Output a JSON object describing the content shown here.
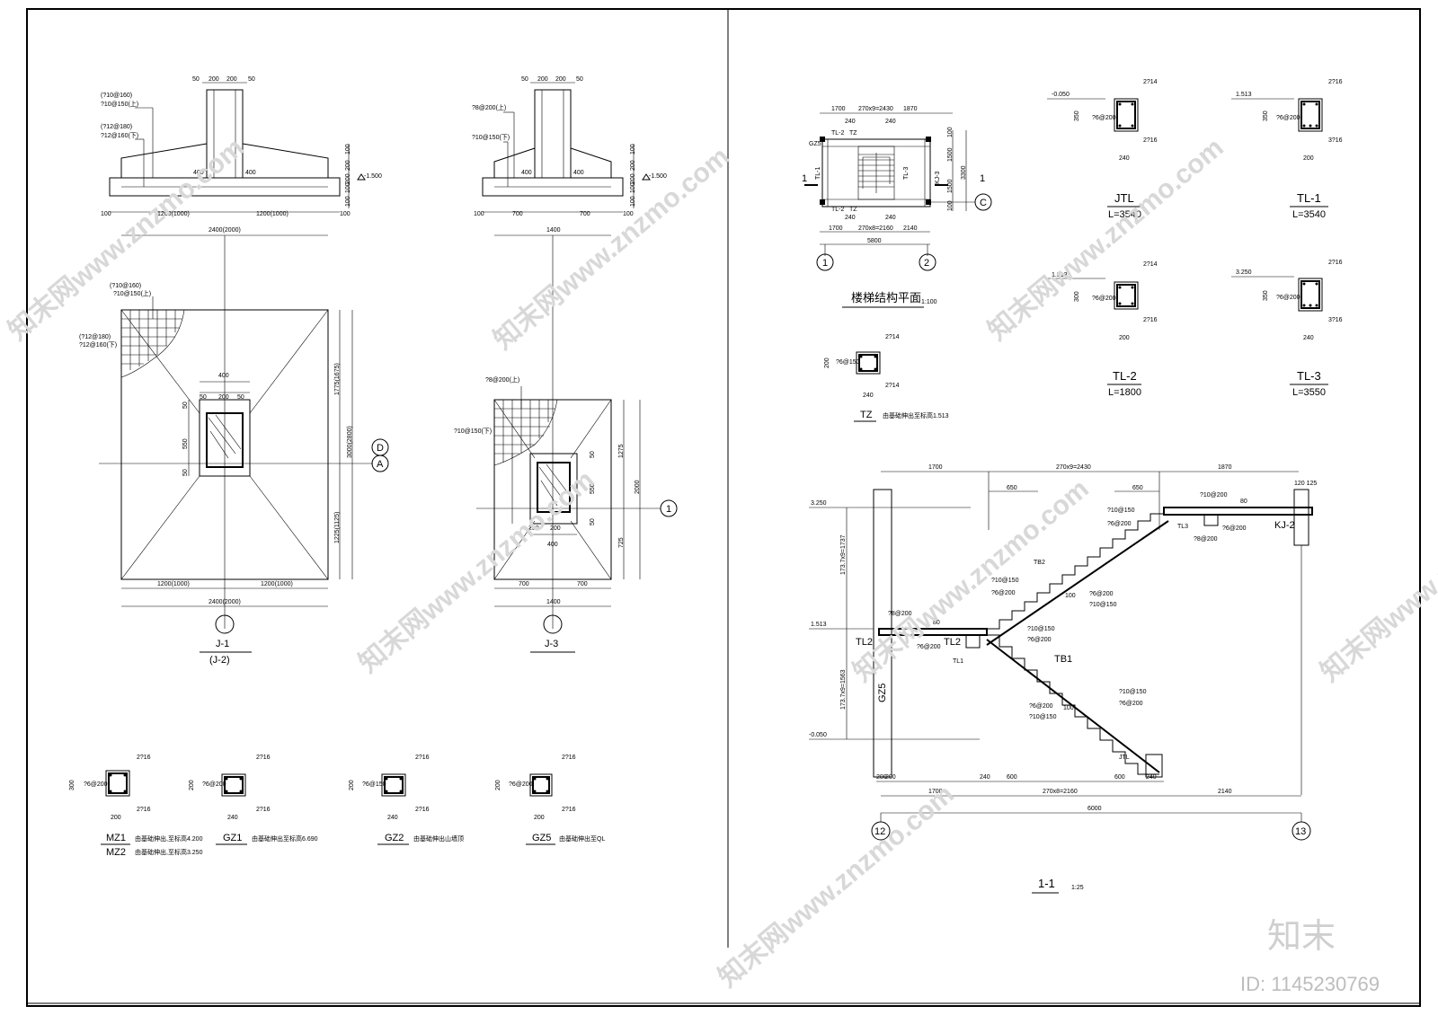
{
  "j1": {
    "top_dims": [
      "50",
      "200",
      "200",
      "50"
    ],
    "rebar_top": [
      "(?10@160)",
      "?10@150(上)",
      "(?12@180)",
      "?12@160(下)"
    ],
    "elev": "-1.500",
    "side_dims": [
      "100",
      "200",
      "200",
      "100",
      "100"
    ],
    "inner": [
      "400",
      "400"
    ],
    "base_dims": [
      "100",
      "1200(1000)",
      "1200(1000)",
      "100"
    ],
    "total": "2400(2000)",
    "plan_rebar": [
      "(?10@160)",
      "?10@150(上)",
      "(?12@180)",
      "?12@160(下)"
    ],
    "col_dims": [
      "400",
      "50",
      "200",
      "50",
      "550",
      "50"
    ],
    "right_dims": [
      "1775(1675)",
      "3000(2800)",
      "1225(1125)"
    ],
    "axis_a": "D",
    "axis_b": "A",
    "plan_base": [
      "1200(1000)",
      "1200(1000)"
    ],
    "plan_total": "2400(2000)",
    "name": "J-1",
    "name2": "(J-2)"
  },
  "j3": {
    "top_dims": [
      "50",
      "200",
      "200",
      "50"
    ],
    "rebar": [
      "?8@200(上)",
      "?10@150(下)"
    ],
    "elev": "-1.500",
    "side_dims": [
      "100",
      "200",
      "200",
      "100",
      "100"
    ],
    "inner": [
      "400",
      "400"
    ],
    "base_dims": [
      "100",
      "700",
      "700",
      "100"
    ],
    "total": "1400",
    "plan_rebar": [
      "?8@200(上)",
      "?10@150(下)"
    ],
    "right_dims": [
      "1275",
      "2000",
      "725"
    ],
    "col_dims": [
      "550",
      "50",
      "200",
      "200",
      "50",
      "400"
    ],
    "axis": "1",
    "plan_base": [
      "700",
      "700"
    ],
    "plan_total": "1400",
    "name": "J-3"
  },
  "columns": [
    {
      "name": "MZ1",
      "name2": "MZ2",
      "note": "由基础伸出,至标高4.200",
      "note2": "由基础伸出,至标高3.250",
      "w": "200",
      "h": "300",
      "top": "2?16",
      "bot": "2?16",
      "stir": "?6@200"
    },
    {
      "name": "GZ1",
      "note": "由基础伸出至标高6.690",
      "w": "240",
      "h": "200",
      "top": "2?16",
      "bot": "2?16",
      "stir": "?6@200"
    },
    {
      "name": "GZ2",
      "note": "由基础伸出山墙顶",
      "w": "240",
      "h": "200",
      "top": "2?16",
      "bot": "2?16",
      "stir": "?6@150"
    },
    {
      "name": "GZ5",
      "note": "由基础伸出至QL",
      "w": "200",
      "h": "200",
      "top": "2?16",
      "bot": "2?16",
      "stir": "?6@200"
    }
  ],
  "stair_plan": {
    "top_dims": [
      "1700",
      "270x9=2430",
      "1870"
    ],
    "bot_dims": [
      "1700",
      "270x8=2160",
      "2140"
    ],
    "total": "5800",
    "right_dims": [
      "100",
      "1500",
      "1500",
      "100",
      "3300"
    ],
    "labels": [
      "TL-2",
      "TZ",
      "TL-1",
      "TL-3",
      "GZ5",
      "KJ-3",
      "TL-2",
      "TZ",
      "240",
      "240",
      "240",
      "240"
    ],
    "axes": [
      "1",
      "2",
      "C"
    ],
    "cut": [
      "1",
      "1"
    ],
    "title": "楼梯结构平面",
    "scale": "1:100"
  },
  "tz": {
    "name": "TZ",
    "note": "由基础伸出至标高1.513",
    "top": "2?14",
    "bot": "2?14",
    "stir": "?6@150",
    "w": "240",
    "h": "200"
  },
  "beams": [
    {
      "name": "JTL",
      "len": "L=3540",
      "elev": "-0.050",
      "top": "2?14",
      "bot": "2?16",
      "stir": "?6@200",
      "h": "350",
      "w": "240"
    },
    {
      "name": "TL-1",
      "len": "L=3540",
      "elev": "1.513",
      "top": "2?16",
      "bot": "3?16",
      "stir": "?6@200",
      "h": "350",
      "w": "200"
    },
    {
      "name": "TL-2",
      "len": "L=1800",
      "elev": "1.513",
      "top": "2?14",
      "bot": "2?16",
      "stir": "?6@200",
      "h": "300",
      "w": "200"
    },
    {
      "name": "TL-3",
      "len": "L=3550",
      "elev": "3.250",
      "top": "2?16",
      "bot": "3?16",
      "stir": "?6@200",
      "h": "350",
      "w": "240"
    }
  ],
  "section": {
    "top_dims": [
      "1700",
      "270x9=2430",
      "1870"
    ],
    "inner_top": [
      "650",
      "650"
    ],
    "right": "120 125",
    "elevs": [
      "3.250",
      "1.513",
      "-0.050"
    ],
    "left_dims": [
      "173.7x9=1737",
      "173.7x9=1563"
    ],
    "labels": [
      "?10@150",
      "?6@200",
      "TL3",
      "?10@200",
      "?6@200",
      "KJ-2",
      "?8@200",
      "80",
      "TB2",
      "?10@150",
      "?6@200",
      "?6@200",
      "?10@150",
      "100",
      "?8@200",
      "80",
      "TL2",
      "TL2",
      "?6@200",
      "TL1",
      "?10@150",
      "?6@200",
      "TB1",
      "GZ5",
      "?10@150",
      "?6@200",
      "?6@200",
      "?10@150",
      "100",
      "JTL"
    ],
    "bot_dims": [
      "200",
      "200",
      "240",
      "600",
      "600",
      "240"
    ],
    "bot_main": [
      "1700",
      "270x8=2160",
      "2140"
    ],
    "total": "6000",
    "axes": [
      "12",
      "13"
    ],
    "title": "1-1",
    "scale": "1:25"
  },
  "watermark": "知末网www.znzmo.com",
  "brand": "知末",
  "id": "ID: 1145230769"
}
